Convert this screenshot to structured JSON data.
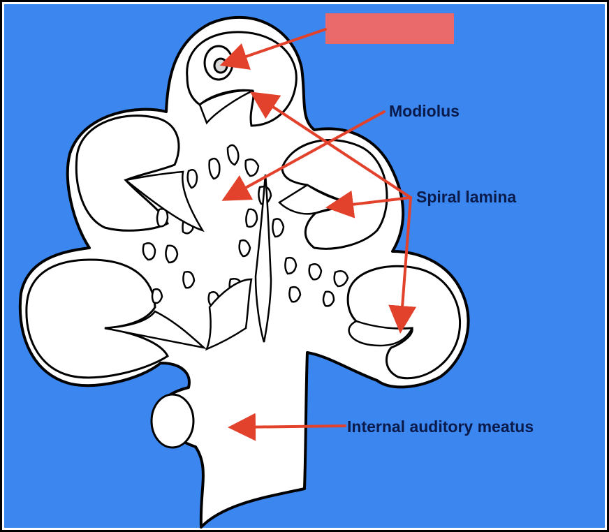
{
  "diagram": {
    "background_color": "#3b86ef",
    "arrow_color": "#e2412b",
    "hidden_label_color": "#ea6a6b",
    "labels": {
      "hidden": "",
      "modiolus": "Modiolus",
      "spiral_lamina": "Spiral lamina",
      "internal_auditory_meatus": "Internal auditory meatus"
    }
  }
}
